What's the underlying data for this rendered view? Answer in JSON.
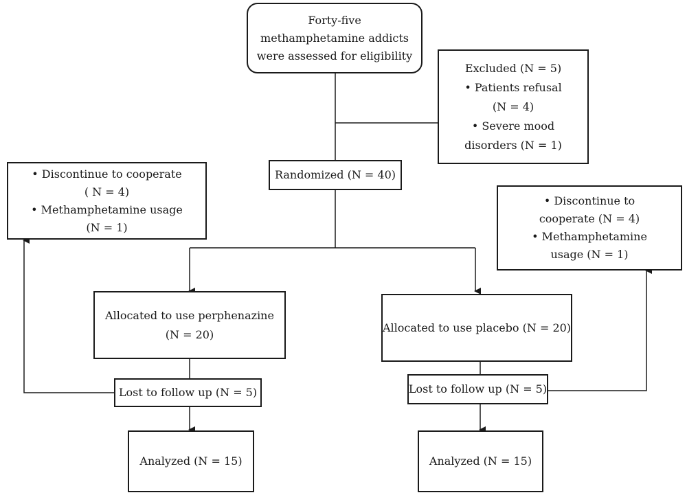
{
  "nodes": {
    "assessed": {
      "lines": [
        "Forty-five",
        "methamphetamine addicts",
        "were assessed for eligibility"
      ]
    },
    "excluded": {
      "title": "Excluded (N = 5)",
      "items": [
        "Patients refusal",
        "(N = 4)",
        "Severe mood",
        "disorders (N = 1)"
      ]
    },
    "randomized": {
      "label": "Randomized (N = 40)"
    },
    "left_lost_reasons": {
      "items": [
        "Discontinue to cooperate",
        "( N = 4)",
        "Methamphetamine usage",
        "(N = 1)"
      ]
    },
    "right_lost_reasons": {
      "items": [
        "Discontinue to",
        "cooperate (N = 4)",
        "Methamphetamine",
        "usage (N = 1)"
      ]
    },
    "perphenazine": {
      "lines": [
        "Allocated to use perphenazine",
        "(N = 20)"
      ]
    },
    "placebo": {
      "label": "Allocated to use placebo (N = 20)"
    },
    "lost_left": {
      "label": "Lost to follow up (N = 5)"
    },
    "lost_right": {
      "label": "Lost to follow up (N = 5)"
    },
    "analyzed_left": {
      "label": "Analyzed (N = 15)"
    },
    "analyzed_right": {
      "label": "Analyzed (N = 15)"
    }
  }
}
